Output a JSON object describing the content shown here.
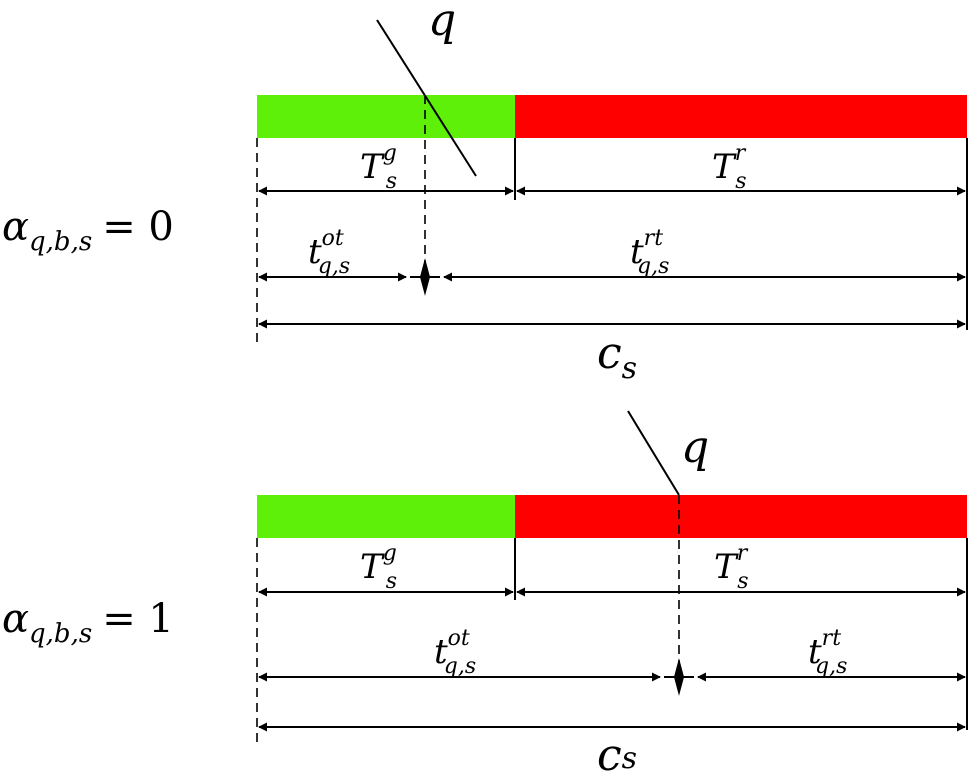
{
  "colors": {
    "green": "#5ff00a",
    "red": "#ff0000"
  },
  "symbols": {
    "vehicle": "q",
    "green_main": "T",
    "green_sup": "g",
    "green_sub": "s",
    "red_main": "T",
    "red_sup": "r",
    "red_sub": "s",
    "ot_main": "t",
    "ot_sup": "ot",
    "ot_sub": "q,s",
    "rt_main": "t",
    "rt_sup": "rt",
    "rt_sub": "q,s",
    "cycle_main": "c",
    "cycle_sub": "s"
  },
  "panels": [
    {
      "alpha_main": "α",
      "alpha_sub": "q,b,s",
      "alpha_value": "= 0"
    },
    {
      "alpha_main": "α",
      "alpha_sub": "q,b,s",
      "alpha_value": "= 1"
    }
  ]
}
